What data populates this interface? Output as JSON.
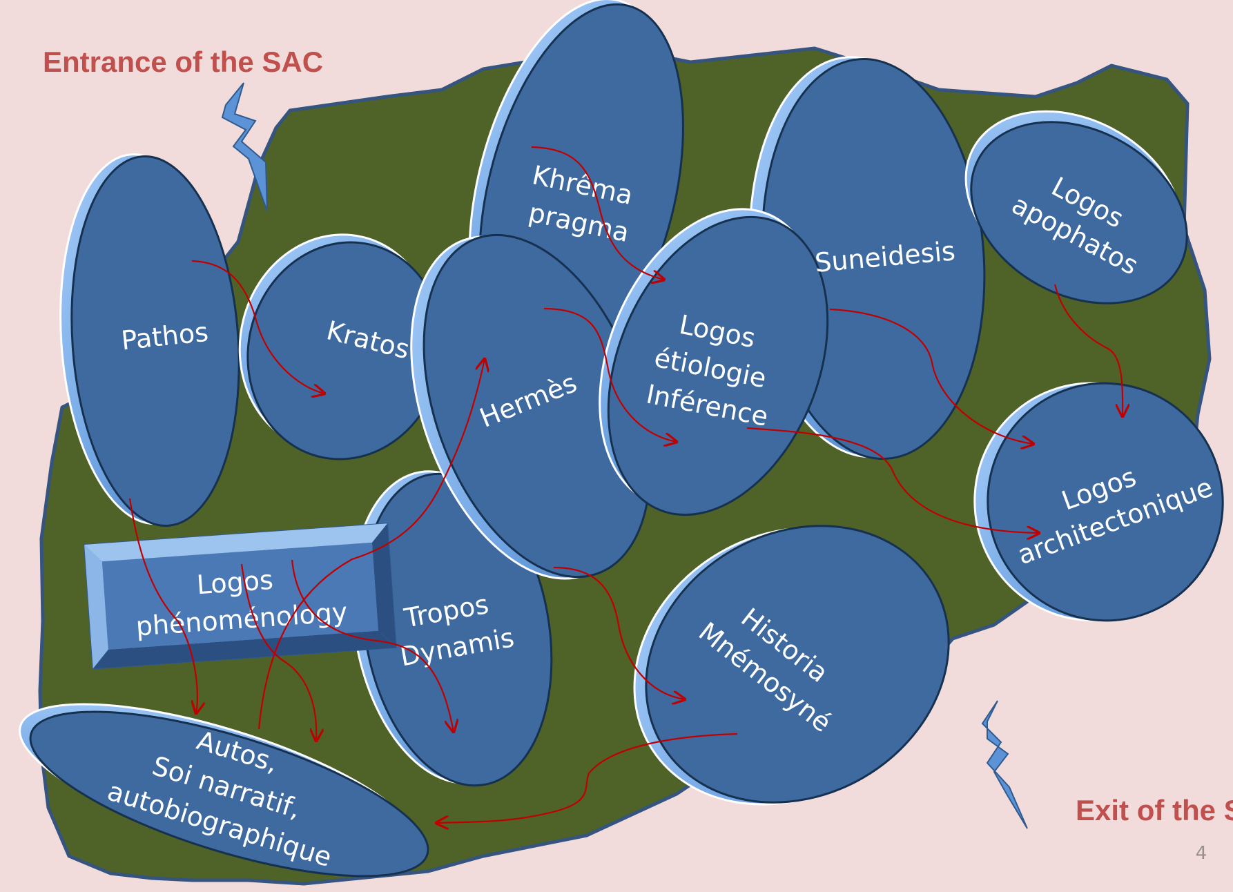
{
  "slide": {
    "entrance_label": "Entrance of the SAC",
    "exit_label": "Exit of the S",
    "page_number": "4"
  },
  "nodes": {
    "pathos": [
      "Pathos"
    ],
    "kratos": [
      "Kratos"
    ],
    "khrema": [
      "Khrêma",
      "pragma"
    ],
    "hermes": [
      "Hermès"
    ],
    "logos_etiologie": [
      "Logos",
      "étiologie",
      "Inférence"
    ],
    "suneidesis": [
      "Suneidesis"
    ],
    "logos_apophatos": [
      "Logos",
      "apophatos"
    ],
    "logos_architectonique": [
      "Logos",
      "architectonique"
    ],
    "logos_phenomenology": [
      "Logos",
      "phénoménology"
    ],
    "tropos": [
      "Tropos",
      "Dynamis"
    ],
    "historia": [
      "Historia",
      "Mnémosyné"
    ],
    "autos": [
      "Autos,",
      "Soi narratif,",
      "autobiographique"
    ]
  },
  "colors": {
    "background": "#f2dcdb",
    "territory": "#4f6228",
    "disc_face": "#3f6a9f",
    "disc_rim": "#7fb1ea",
    "arrow": "#c00000",
    "label_red": "#c0504d"
  }
}
